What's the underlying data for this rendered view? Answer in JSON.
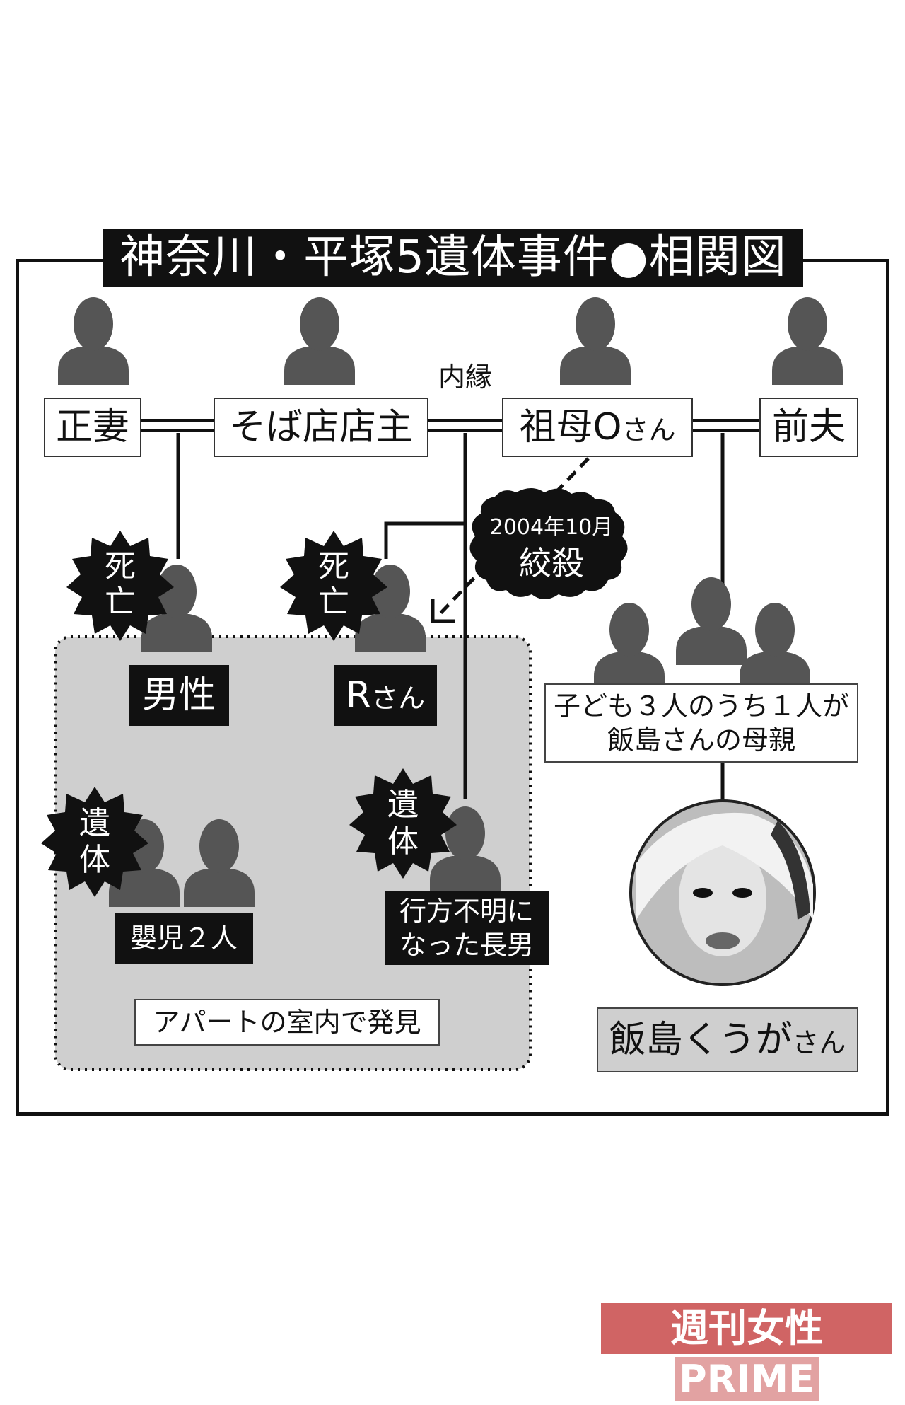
{
  "title": "神奈川・平塚5遺体事件●相関図",
  "people": {
    "wife": "正妻",
    "owner": "そば店店主",
    "grandmother_name": "祖母O",
    "grandmother_suffix": "さん",
    "exhusband": "前夫",
    "male": "男性",
    "r_name": "R",
    "r_suffix": "さん",
    "infants": "嬰児２人",
    "son_line1": "行方不明に",
    "son_line2": "なった長男",
    "children_line1": "子ども３人のうち１人が",
    "children_line2": "飯島さんの母親",
    "iijima_name": "飯島くうが",
    "iijima_suffix": "さん"
  },
  "labels": {
    "common_law": "内縁",
    "event_date": "2004年10月",
    "event": "絞殺",
    "death1_a": "死",
    "death1_b": "亡",
    "death2_a": "死",
    "death2_b": "亡",
    "body1_a": "遺",
    "body1_b": "体",
    "body2_a": "遺",
    "body2_b": "体",
    "found": "アパートの室内で発見"
  },
  "watermark": {
    "part1": "週刊女性",
    "part2": "PRIME"
  },
  "colors": {
    "silhouette": "#555555",
    "dark": "#111111",
    "panel": "#cfcfcf",
    "watermark": "#d06464"
  },
  "icons": [
    "person-silhouette-icon",
    "burst-badge-icon",
    "speech-burst-icon",
    "portrait-photo-icon"
  ]
}
